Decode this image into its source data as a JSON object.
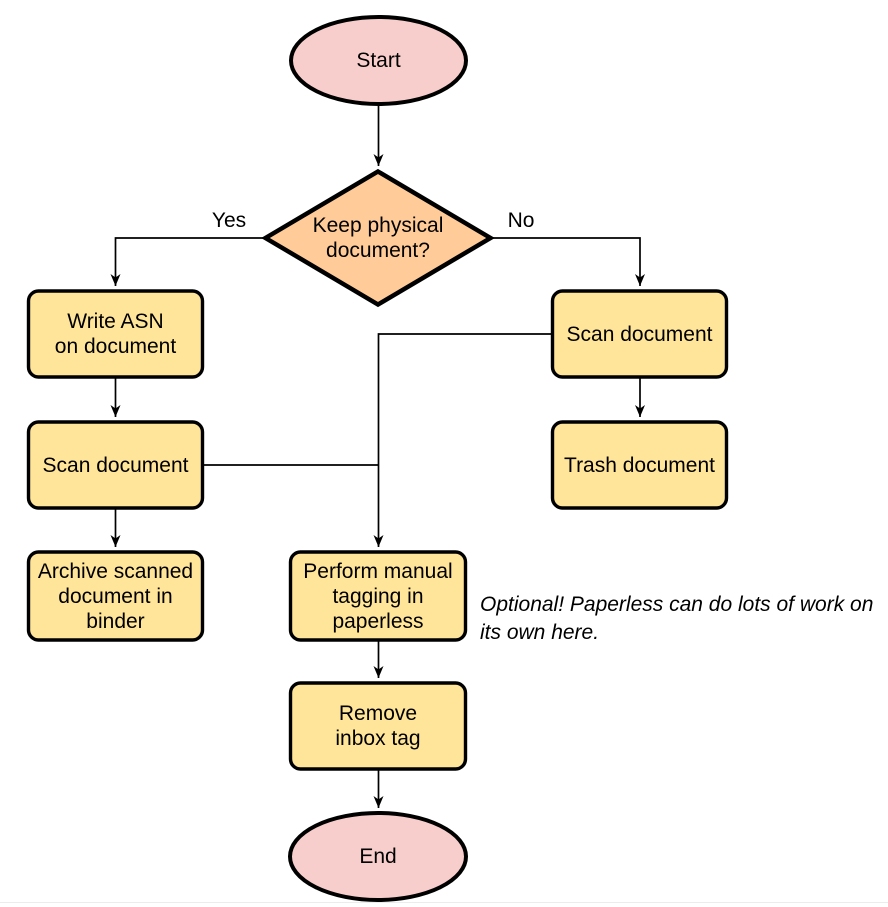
{
  "colors": {
    "terminal_fill": "#F8CECC",
    "decision_fill": "#FFCC99",
    "process_fill": "#FFE599",
    "stroke": "#000000"
  },
  "nodes": {
    "start": {
      "label": "Start"
    },
    "keep_physical": {
      "label": "Keep physical\ndocument?"
    },
    "write_asn": {
      "label": "Write ASN\non document"
    },
    "scan_left": {
      "label": "Scan document"
    },
    "archive": {
      "label": "Archive scanned\ndocument in\nbinder"
    },
    "scan_right": {
      "label": "Scan document"
    },
    "trash": {
      "label": "Trash document"
    },
    "manual_tagging": {
      "label": "Perform manual\ntagging in\npaperless"
    },
    "remove_inbox_tag": {
      "label": "Remove\ninbox tag"
    },
    "end": {
      "label": "End"
    }
  },
  "edge_labels": {
    "yes": "Yes",
    "no": "No"
  },
  "annotation": {
    "text": "Optional! Paperless can do lots of work on\nits own here."
  }
}
